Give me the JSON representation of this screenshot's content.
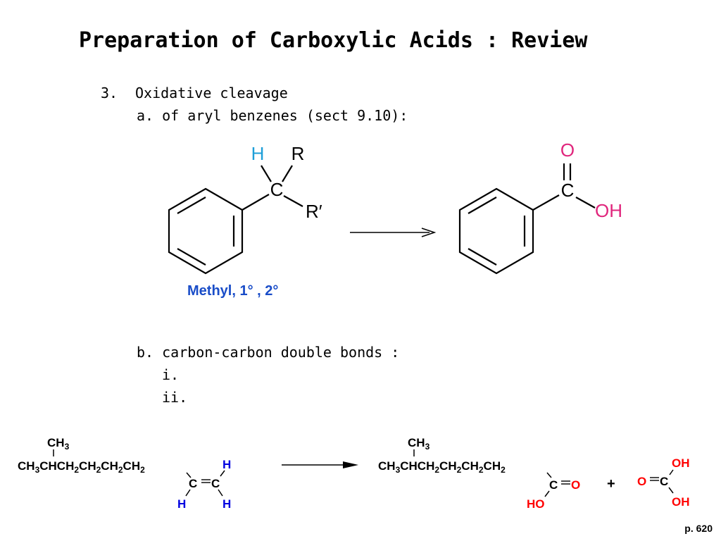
{
  "slide": {
    "title": "Preparation of Carboxylic Acids : Review",
    "item3_number": "3.",
    "item3_text": "Oxidative cleavage",
    "item_a": "a. of aryl benzenes (sect 9.10):",
    "item_b": "b. carbon-carbon double bonds :",
    "item_b_i": "i.",
    "item_b_ii": "ii.",
    "page_number": "p. 620"
  },
  "reaction1": {
    "reactant_h": "H",
    "reactant_r": "R",
    "reactant_c": "C",
    "reactant_r_prime": "R′",
    "substituent_note": "Methyl, 1° , 2°",
    "product_o": "O",
    "product_c": "C",
    "product_oh": "OH"
  },
  "reaction2": {
    "reactant_ch3": "CH3",
    "reactant_chain": "CH3CHCH2CH2CH2CH2",
    "alkene_c1": "C",
    "alkene_c2": "C",
    "alkene_h_top": "H",
    "alkene_h_left": "H",
    "alkene_h_right": "H",
    "product_ch3": "CH3",
    "product_chain": "CH3CHCH2CH2CH2CH2",
    "acid_c": "C",
    "acid_o": "O",
    "acid_ho": "HO",
    "plus_sign": "+",
    "co2h_oh_top": "OH",
    "co2h_o": "O",
    "co2h_c": "C",
    "co2h_oh_bottom": "OH"
  },
  "colors": {
    "text": "#000000",
    "hydrogen_blue": "#1e9fd8",
    "oxygen_magenta": "#e0257c",
    "note_blue": "#1a4dc8",
    "h_blue": "#0000e0",
    "oxygen_red": "#ff0000"
  }
}
